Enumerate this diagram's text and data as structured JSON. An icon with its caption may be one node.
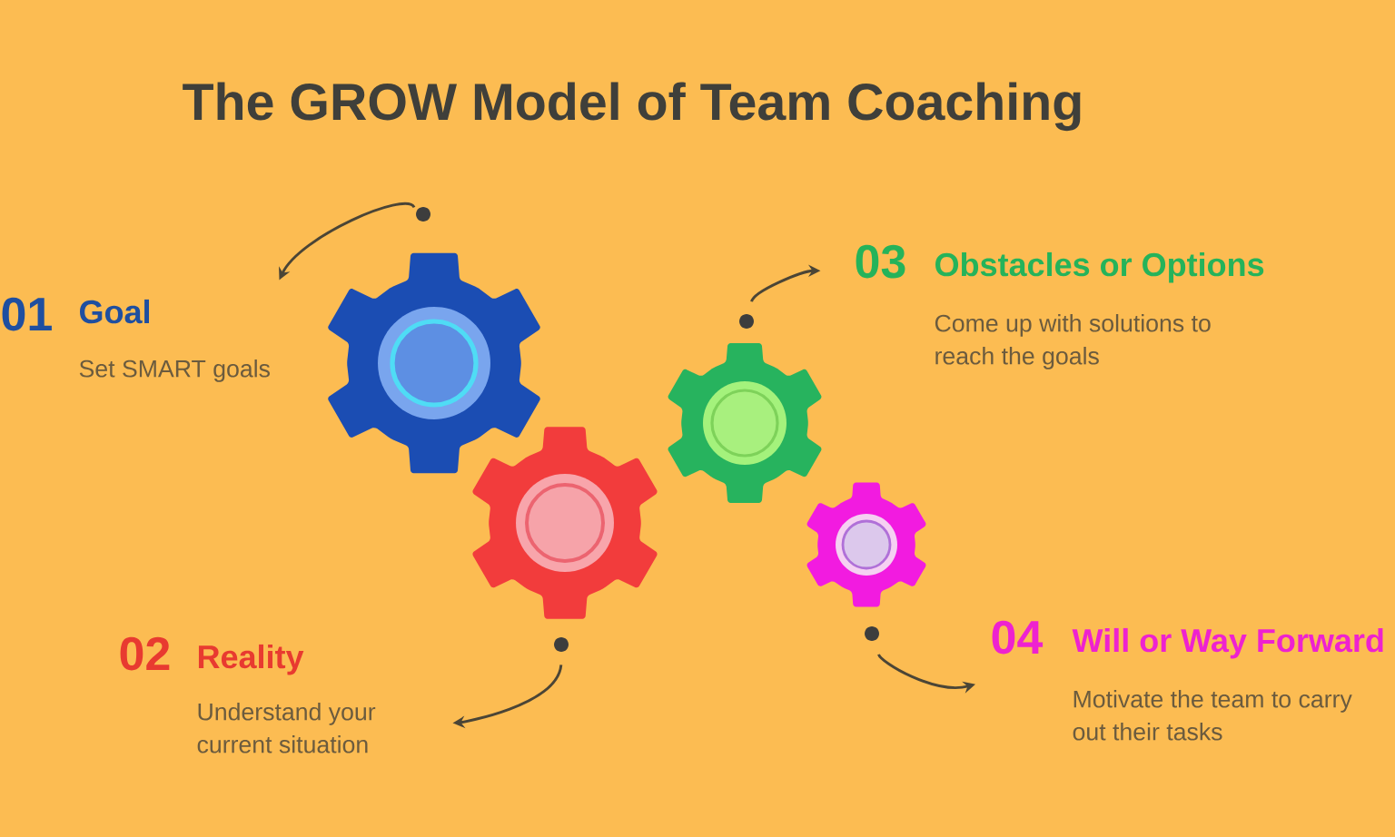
{
  "diagram": {
    "title": "The GROW Model of Team Coaching",
    "nodes": [
      {
        "text": [],
        "shape": "gear"
      },
      {
        "text": [],
        "shape": "gear"
      },
      {
        "text": [],
        "shape": "gear"
      },
      {
        "text": [],
        "shape": "gear"
      },
      {
        "text": [
          "01",
          "Goal",
          "Set SMART goals"
        ]
      },
      {
        "text": [
          "02",
          "Reality",
          "Understand your current situation"
        ]
      },
      {
        "text": [
          "03",
          "Obstacles or Options",
          "Come up with solutions to reach the goals"
        ]
      },
      {
        "text": [
          "04",
          "Will or Way Forward",
          "Motivate the team to carry out their tasks"
        ]
      }
    ],
    "edges": [
      {
        "from": 0,
        "to": 4,
        "arrow": "to"
      },
      {
        "from": 1,
        "to": 5,
        "arrow": "to"
      },
      {
        "from": 2,
        "to": 6,
        "arrow": "to"
      },
      {
        "from": 3,
        "to": 7,
        "arrow": "to"
      }
    ]
  }
}
